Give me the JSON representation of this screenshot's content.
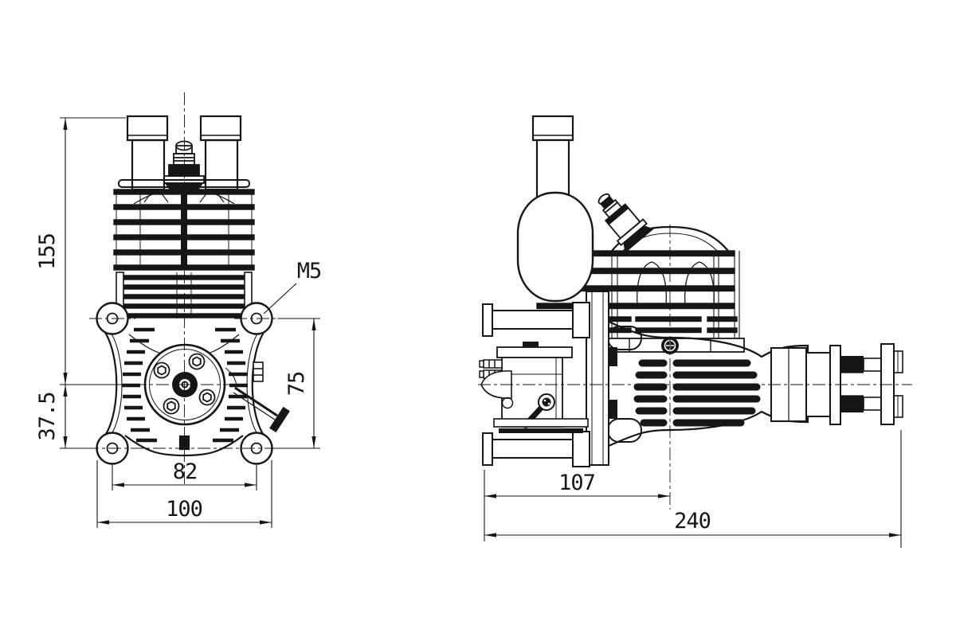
{
  "page": {
    "background": "#ffffff",
    "line_color": "#161616",
    "title": "two-stroke gas engine technical drawing, front and side orthographic views"
  },
  "drawing": {
    "type": "technical-drawing",
    "units": "mm",
    "dimensions": {
      "front": {
        "height_top_to_crank_center": "155",
        "crank_center_to_mount_holes": "37.5",
        "mount_holes_vertical_spacing": "75",
        "mount_holes_horizontal_spacing": "82",
        "overall_mount_width": "100",
        "mount_hole_thread": "M5"
      },
      "side": {
        "front_face_to_cylinder_center": "107",
        "overall_length": "240"
      }
    }
  }
}
